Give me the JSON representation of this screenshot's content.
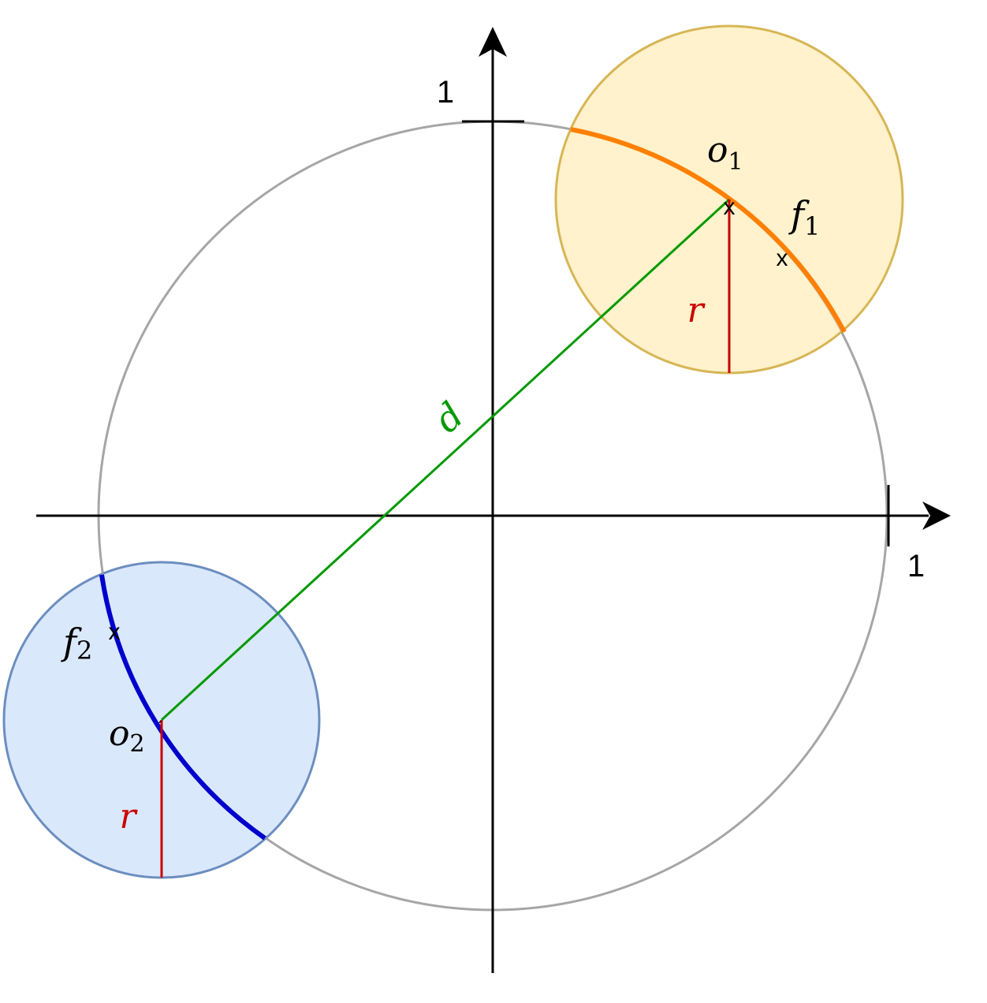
{
  "axes": {
    "y_tick_label": "1",
    "x_tick_label": "1"
  },
  "labels": {
    "o1": {
      "base": "o",
      "sub": "1"
    },
    "f1": {
      "base": "f",
      "sub": "1"
    },
    "o2": {
      "base": "o",
      "sub": "2"
    },
    "f2": {
      "base": "f",
      "sub": "2"
    },
    "r1": "r",
    "r2": "r",
    "d": "d"
  },
  "markers": {
    "cross": "x"
  },
  "colors": {
    "axis": "#000000",
    "unit_circle": "#a6a6a6",
    "circle1_fill": "#fff2cc",
    "circle1_stroke": "#d6b656",
    "arc1": "#ff8000",
    "circle2_fill": "#dae8fc",
    "circle2_stroke": "#6c8ebf",
    "arc2": "#0000cc",
    "radius": "#cc0000",
    "distance": "#009900"
  }
}
